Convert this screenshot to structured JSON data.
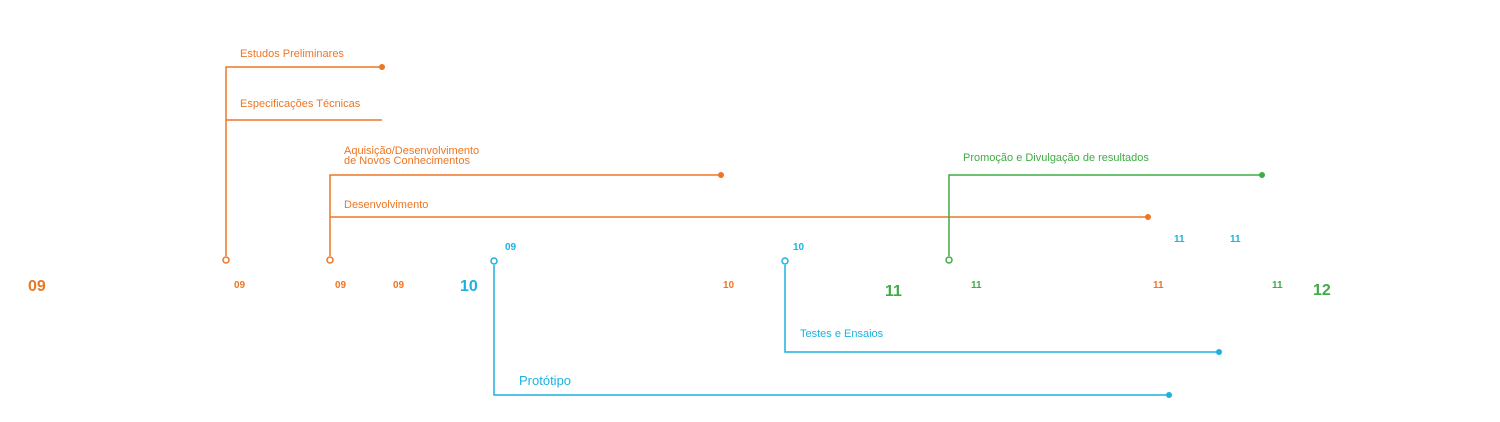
{
  "colors": {
    "orange": "#ee7623",
    "green": "#3fac45",
    "blue": "#1cb2e0"
  },
  "phases": {
    "estudos": "Estudos Preliminares",
    "especificacoes": "Especificações Técnicas",
    "aquisicao_line1": "Aquisição/Desenvolvimento",
    "aquisicao_line2": "de Novos Conhecimentos",
    "desenvolvimento": "Desenvolvimento",
    "promocao": "Promoção e Divulgação de resultados",
    "testes": "Testes e Ensaios",
    "prototipo": "Protótipo"
  },
  "years": {
    "big_start": "09",
    "big_mid": "10",
    "big_late": "11",
    "big_end": "12",
    "start_estudos": "09",
    "start_aquisicao": "09",
    "end_estudos": "09",
    "start_prototipo": "09",
    "end_aquisicao": "10",
    "start_testes": "10",
    "start_promocao": "11",
    "end_desenvolvimento": "11",
    "end_prototipo": "11",
    "end_testes": "11",
    "end_promocao": "11"
  }
}
